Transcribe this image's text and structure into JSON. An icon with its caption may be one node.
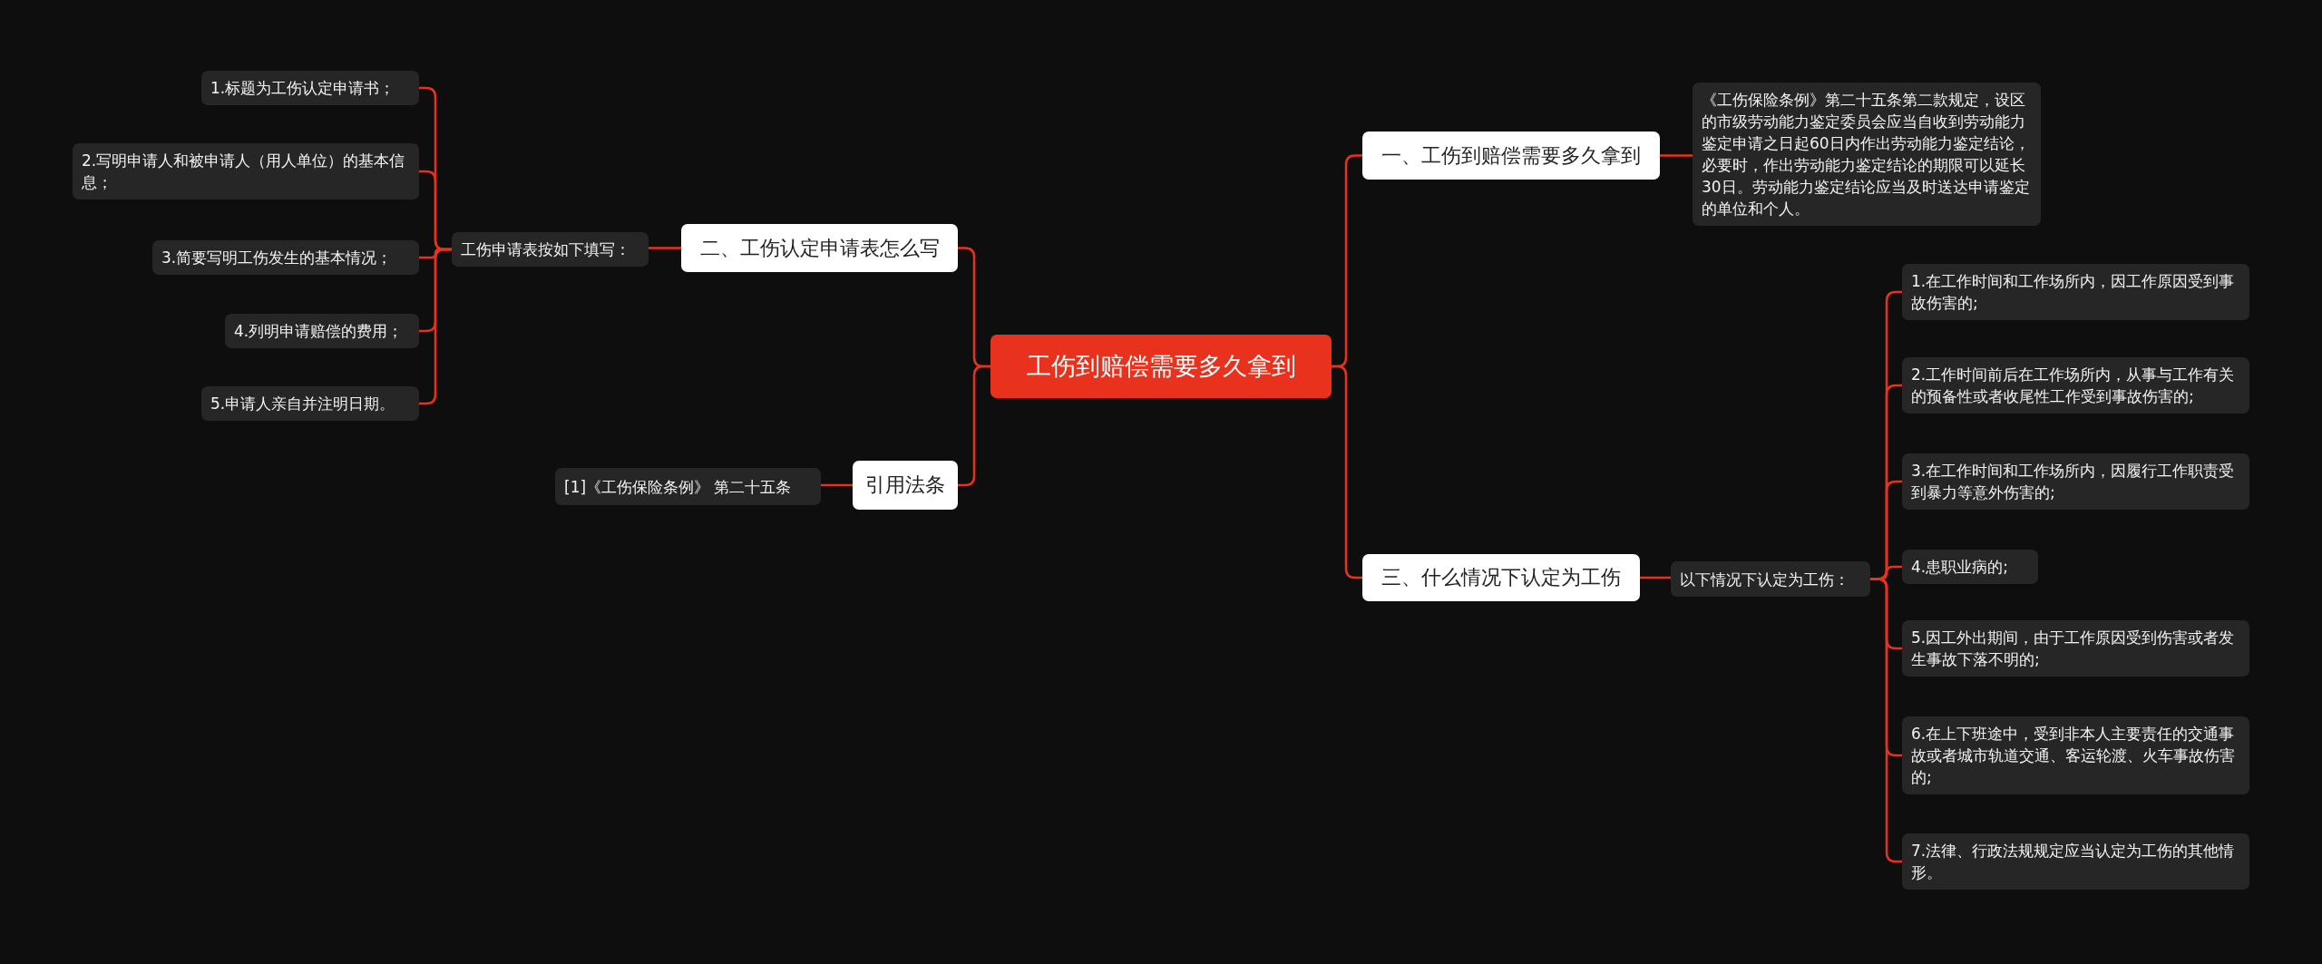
{
  "diagram": {
    "nodes": [
      {
        "text": [
          "工伤到赔偿需要多久拿到"
        ]
      },
      {
        "text": [
          "一、工伤到赔偿需要多久拿到"
        ]
      },
      {
        "text": [
          "《工伤保险条例》第二十五条第二款规定，设区的市级劳动能力鉴定委员会应当自收到劳动能力鉴定申请之日起60日内作出劳动能力鉴定结论，必要时，作出劳动能力鉴定结论的期限可以延长30日。劳动能力鉴定结论应当及时送达申请鉴定的单位和个人。"
        ]
      },
      {
        "text": [
          "三、什么情况下认定为工伤"
        ]
      },
      {
        "text": [
          "以下情况下认定为工伤："
        ]
      },
      {
        "text": [
          "1.在工作时间和工作场所内，因工作原因受到事故伤害的;"
        ]
      },
      {
        "text": [
          "2.工作时间前后在工作场所内，从事与工作有关的预备性或者收尾性工作受到事故伤害的;"
        ]
      },
      {
        "text": [
          "3.在工作时间和工作场所内，因履行工作职责受到暴力等意外伤害的;"
        ]
      },
      {
        "text": [
          "4.患职业病的;"
        ]
      },
      {
        "text": [
          "5.因工外出期间，由于工作原因受到伤害或者发生事故下落不明的;"
        ]
      },
      {
        "text": [
          "6.在上下班途中，受到非本人主要责任的交通事故或者城市轨道交通、客运轮渡、火车事故伤害的;"
        ]
      },
      {
        "text": [
          "7.法律、行政法规规定应当认定为工伤的其他情形。"
        ]
      },
      {
        "text": [
          "二、工伤认定申请表怎么写"
        ]
      },
      {
        "text": [
          "工伤申请表按如下填写："
        ]
      },
      {
        "text": [
          "1.标题为工伤认定申请书；"
        ]
      },
      {
        "text": [
          "2.写明申请人和被申请人（用人单位）的基本信息；"
        ]
      },
      {
        "text": [
          "3.简要写明工伤发生的基本情况；"
        ]
      },
      {
        "text": [
          "4.列明申请赔偿的费用；"
        ]
      },
      {
        "text": [
          "5.申请人亲自并注明日期。"
        ]
      },
      {
        "text": [
          "引用法条"
        ]
      },
      {
        "text": [
          "[1]《工伤保险条例》 第二十五条"
        ]
      }
    ],
    "edges": [
      {
        "from": 0,
        "to": 1,
        "arrow": "none"
      },
      {
        "from": 1,
        "to": 2,
        "arrow": "none"
      },
      {
        "from": 0,
        "to": 3,
        "arrow": "none"
      },
      {
        "from": 3,
        "to": 4,
        "arrow": "none"
      },
      {
        "from": 4,
        "to": 5,
        "arrow": "none"
      },
      {
        "from": 4,
        "to": 6,
        "arrow": "none"
      },
      {
        "from": 4,
        "to": 7,
        "arrow": "none"
      },
      {
        "from": 4,
        "to": 8,
        "arrow": "none"
      },
      {
        "from": 4,
        "to": 9,
        "arrow": "none"
      },
      {
        "from": 4,
        "to": 10,
        "arrow": "none"
      },
      {
        "from": 4,
        "to": 11,
        "arrow": "none"
      },
      {
        "from": 0,
        "to": 12,
        "arrow": "none"
      },
      {
        "from": 12,
        "to": 13,
        "arrow": "none"
      },
      {
        "from": 13,
        "to": 14,
        "arrow": "none"
      },
      {
        "from": 13,
        "to": 15,
        "arrow": "none"
      },
      {
        "from": 13,
        "to": 16,
        "arrow": "none"
      },
      {
        "from": 13,
        "to": 17,
        "arrow": "none"
      },
      {
        "from": 13,
        "to": 18,
        "arrow": "none"
      },
      {
        "from": 0,
        "to": 19,
        "arrow": "none"
      },
      {
        "from": 19,
        "to": 20,
        "arrow": "none"
      }
    ]
  }
}
